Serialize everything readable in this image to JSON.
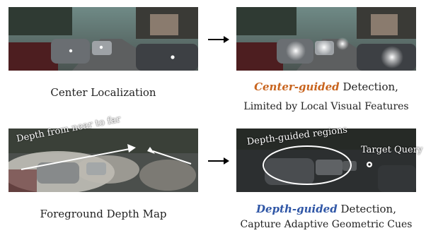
{
  "panels": {
    "top_left": {
      "caption": "Center Localization"
    },
    "top_right": {
      "caption_accent": "Center-guided",
      "caption_rest": " Detection,",
      "caption_sub": "Limited by Local Visual Features",
      "accent_color": "#c8641e"
    },
    "bottom_left": {
      "caption": "Foreground Depth Map",
      "overlay_label": "Depth from near to far"
    },
    "bottom_right": {
      "caption_accent": "Depth-guided",
      "caption_rest": " Detection,",
      "caption_sub": "Capture Adaptive Geometric Cues",
      "accent_color": "#2f56a6",
      "region_label": "Depth-guided regions",
      "query_label": "Target Query"
    }
  }
}
